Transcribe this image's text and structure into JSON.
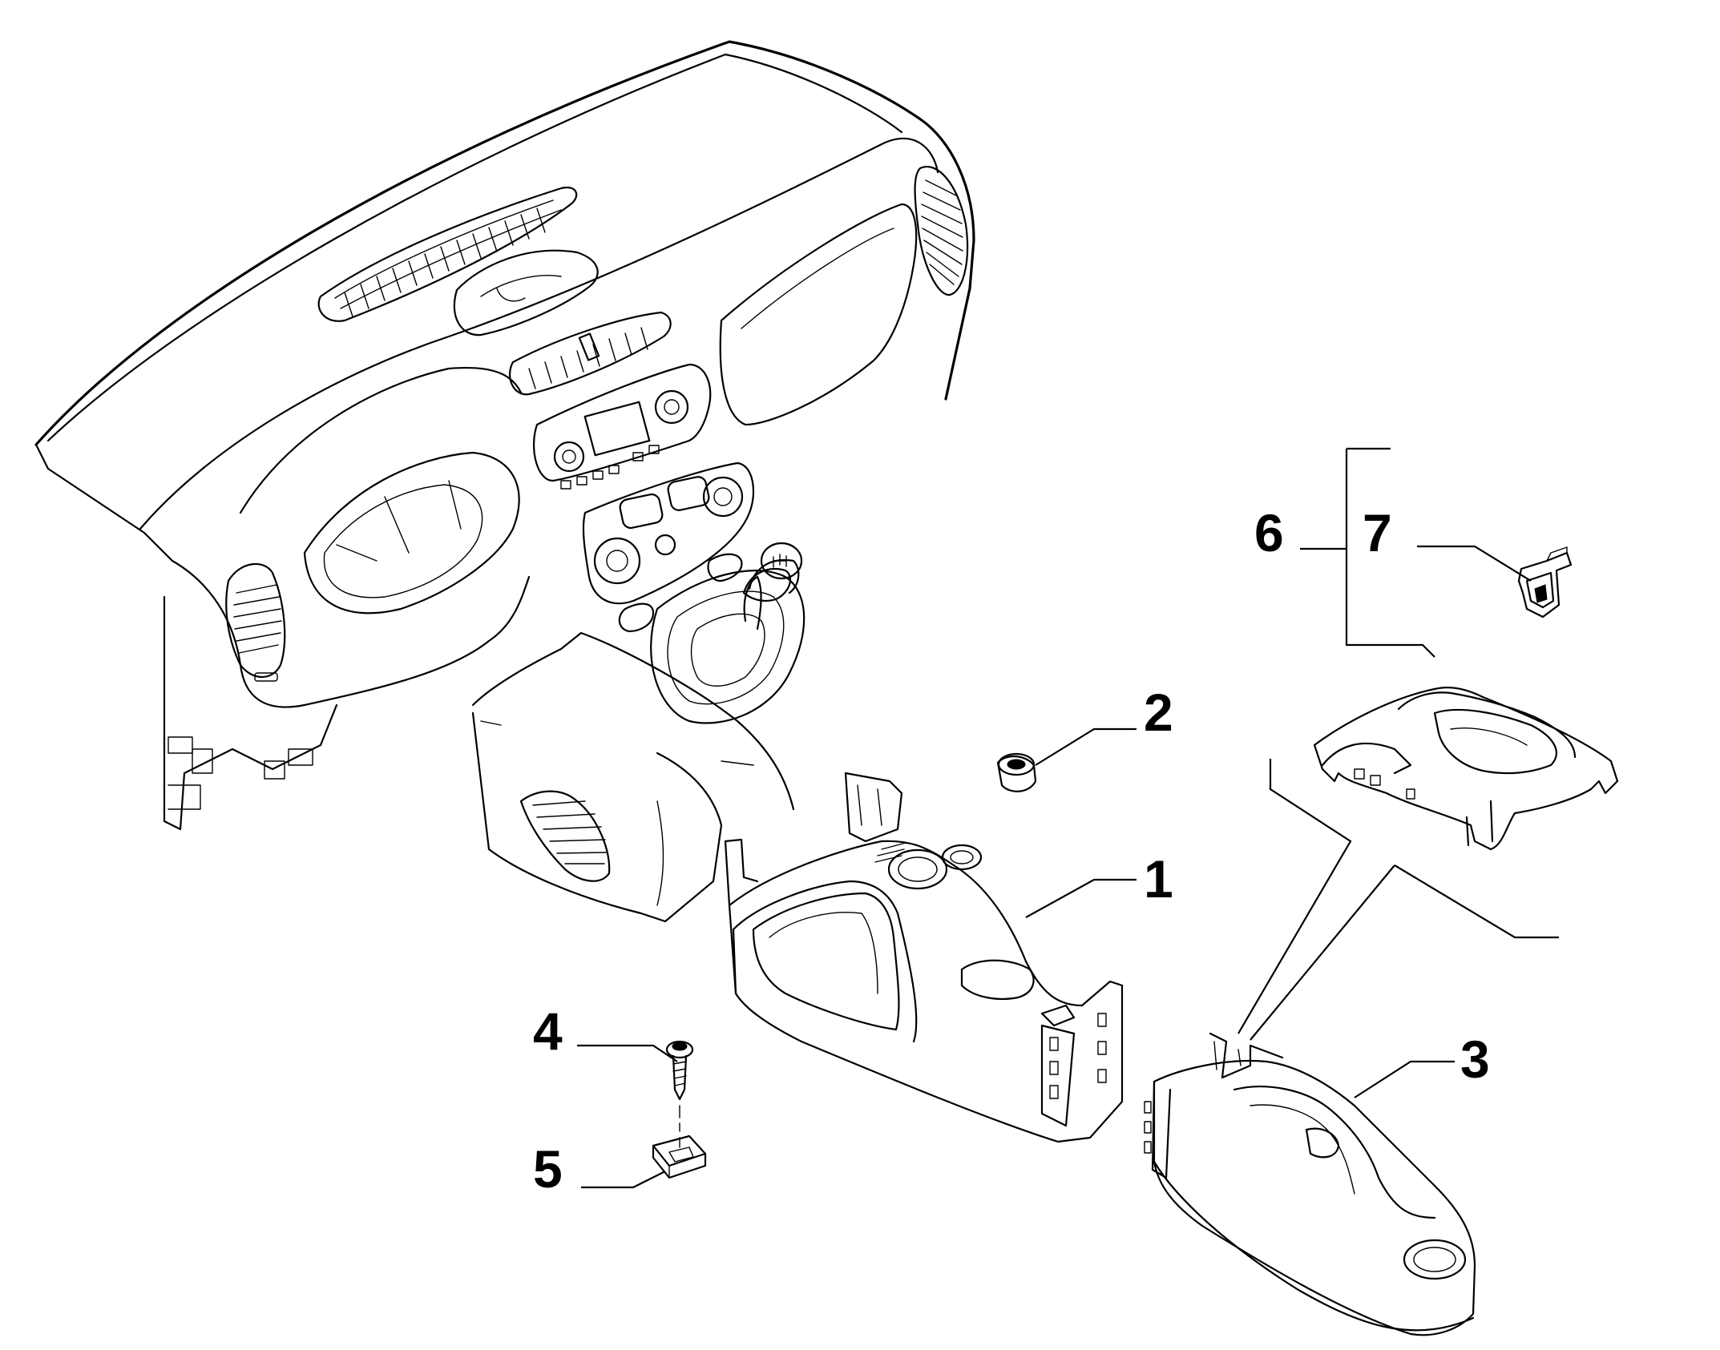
{
  "callouts": [
    {
      "id": "1",
      "label": "1"
    },
    {
      "id": "2",
      "label": "2"
    },
    {
      "id": "3",
      "label": "3"
    },
    {
      "id": "4",
      "label": "4"
    },
    {
      "id": "5",
      "label": "5"
    },
    {
      "id": "6",
      "label": "6"
    },
    {
      "id": "7",
      "label": "7"
    }
  ],
  "parts": [
    {
      "callout": "1",
      "icon": "center-console-front-icon"
    },
    {
      "callout": "2",
      "icon": "bushing-ring-icon"
    },
    {
      "callout": "3",
      "icon": "center-console-rear-icon"
    },
    {
      "callout": "4",
      "icon": "screw-icon"
    },
    {
      "callout": "5",
      "icon": "clip-nut-icon"
    },
    {
      "callout": "6",
      "icon": "console-cover-icon"
    },
    {
      "callout": "7",
      "icon": "bracket-clip-icon"
    }
  ],
  "colors": {
    "line": "#000000",
    "background": "#ffffff"
  }
}
